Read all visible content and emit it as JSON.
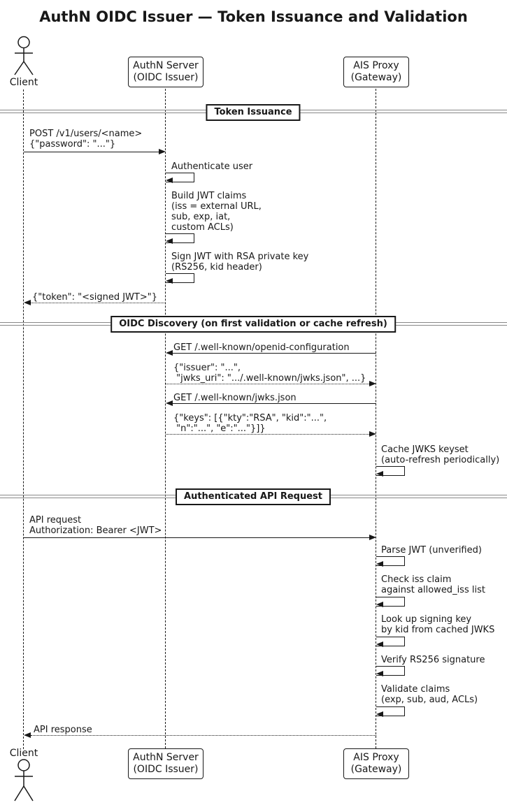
{
  "title": "AuthN OIDC Issuer — Token Issuance and Validation",
  "colors": {
    "line": "#181818",
    "background": "#ffffff",
    "divider_rule": "#888888"
  },
  "actor": {
    "label": "Client"
  },
  "participants": [
    {
      "label_lines": [
        "AuthN Server",
        "(OIDC Issuer)"
      ]
    },
    {
      "label_lines": [
        "AIS Proxy",
        "(Gateway)"
      ]
    }
  ],
  "dividers": [
    {
      "label": "Token Issuance"
    },
    {
      "label": "OIDC Discovery (on first validation or cache refresh)"
    },
    {
      "label": "Authenticated API Request"
    }
  ],
  "messages": [
    {
      "kind": "message",
      "line_style": "solid",
      "from": "Client",
      "to": "AuthN Server",
      "lines": [
        "POST /v1/users/<name>",
        "{\"password\": \"...\"}"
      ]
    },
    {
      "kind": "self",
      "on": "AuthN Server",
      "lines": [
        "Authenticate user"
      ]
    },
    {
      "kind": "self",
      "on": "AuthN Server",
      "lines": [
        "Build JWT claims",
        "(iss = external URL,",
        "sub, exp, iat,",
        "custom ACLs)"
      ]
    },
    {
      "kind": "self",
      "on": "AuthN Server",
      "lines": [
        "Sign JWT with RSA private key",
        "(RS256, kid header)"
      ]
    },
    {
      "kind": "message",
      "line_style": "dotted",
      "from": "AuthN Server",
      "to": "Client",
      "lines": [
        "{\"token\": \"<signed JWT>\"}"
      ]
    },
    {
      "kind": "message",
      "line_style": "solid",
      "from": "AIS Proxy",
      "to": "AuthN Server",
      "lines": [
        "GET /.well-known/openid-configuration"
      ]
    },
    {
      "kind": "message",
      "line_style": "dotted",
      "from": "AuthN Server",
      "to": "AIS Proxy",
      "lines": [
        "{\"issuer\": \"...\",",
        " \"jwks_uri\": \".../.well-known/jwks.json\", ...}"
      ]
    },
    {
      "kind": "message",
      "line_style": "solid",
      "from": "AIS Proxy",
      "to": "AuthN Server",
      "lines": [
        "GET /.well-known/jwks.json"
      ]
    },
    {
      "kind": "message",
      "line_style": "dotted",
      "from": "AuthN Server",
      "to": "AIS Proxy",
      "lines": [
        "{\"keys\": [{\"kty\":\"RSA\", \"kid\":\"...\",",
        " \"n\":\"...\", \"e\":\"...\"}]}"
      ]
    },
    {
      "kind": "self",
      "on": "AIS Proxy",
      "lines": [
        "Cache JWKS keyset",
        "(auto-refresh periodically)"
      ]
    },
    {
      "kind": "message",
      "line_style": "solid",
      "from": "Client",
      "to": "AIS Proxy",
      "lines": [
        "API request",
        "Authorization: Bearer <JWT>"
      ]
    },
    {
      "kind": "self",
      "on": "AIS Proxy",
      "lines": [
        "Parse JWT (unverified)"
      ]
    },
    {
      "kind": "self",
      "on": "AIS Proxy",
      "lines": [
        "Check iss claim",
        "against allowed_iss list"
      ]
    },
    {
      "kind": "self",
      "on": "AIS Proxy",
      "lines": [
        "Look up signing key",
        "by kid from cached JWKS"
      ]
    },
    {
      "kind": "self",
      "on": "AIS Proxy",
      "lines": [
        "Verify RS256 signature"
      ]
    },
    {
      "kind": "self",
      "on": "AIS Proxy",
      "lines": [
        "Validate claims",
        "(exp, sub, aud, ACLs)"
      ]
    },
    {
      "kind": "message",
      "line_style": "dotted",
      "from": "AIS Proxy",
      "to": "Client",
      "lines": [
        "API response"
      ]
    }
  ]
}
